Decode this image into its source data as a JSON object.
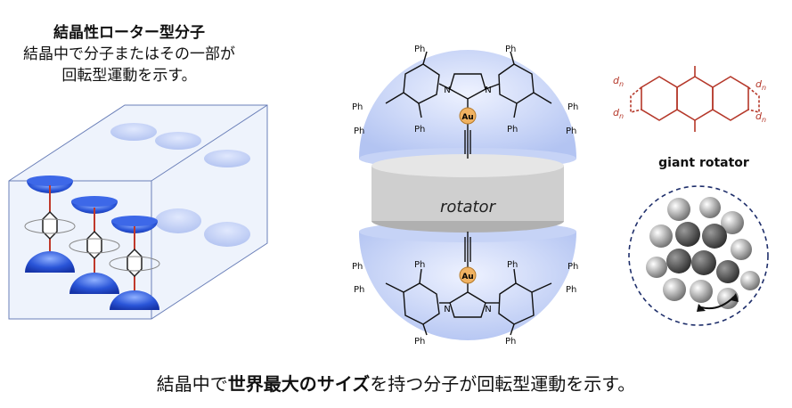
{
  "left_panel": {
    "title": "結晶性ローター型分子",
    "line1": "結晶中で分子またはその一部が",
    "line2": "回転型運動を示す。"
  },
  "center_panel": {
    "rotator_label": "rotator",
    "ph": "Ph",
    "au": "Au",
    "n": "N"
  },
  "right_panel": {
    "dn": "d",
    "dn_sub": "n",
    "giant_label": "giant rotator"
  },
  "caption": {
    "pre": "結晶中で",
    "bold": "世界最大のサイズ",
    "post": "を持つ分子が回転型運動を示す。"
  },
  "colors": {
    "blue": "#2a55d8",
    "light_blue": "#c9d6f7",
    "red": "#b5382a",
    "gold": "#e8a24a",
    "gray": "#9a9a9a"
  }
}
